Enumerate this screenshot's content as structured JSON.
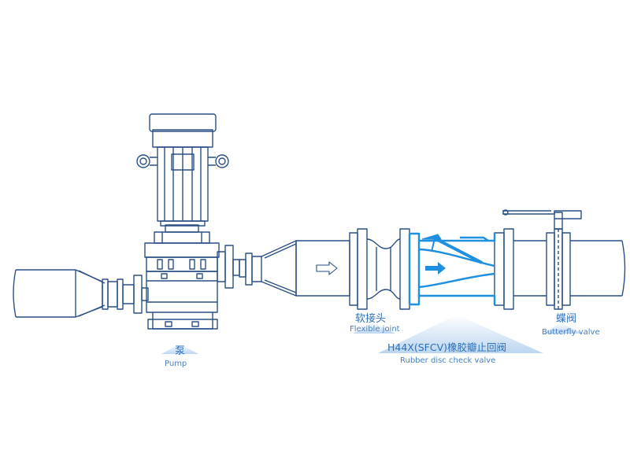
{
  "labels": {
    "pump_zh": "泵",
    "pump_en": "Pump",
    "flex_zh": "软接头",
    "flex_en": "Flexible joint",
    "valve_zh": "H44X(SFCV)橡胶瓣止回阀",
    "valve_en": "Rubber disc check valve",
    "butterfly_zh": "蝶阀",
    "butterfly_en": "Butterfly valve"
  },
  "colors": {
    "line": "#2a4f86",
    "highlight": "#1f8fe0",
    "label": "#2f6fb4",
    "wedge": "#c7dcf2"
  }
}
